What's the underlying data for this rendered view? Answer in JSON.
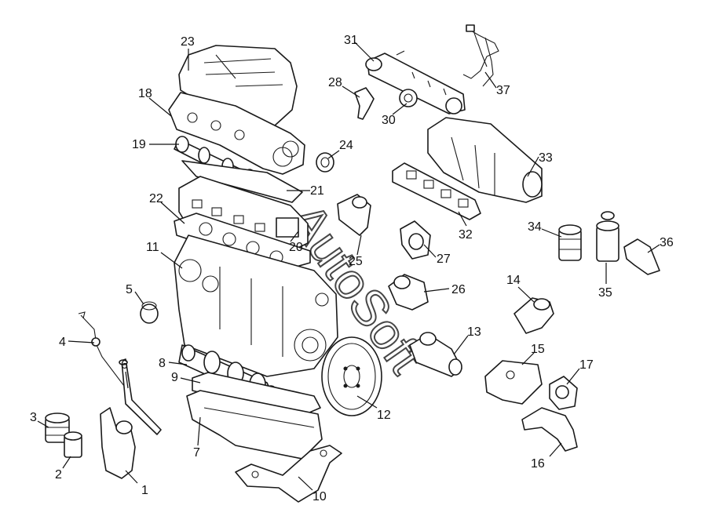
{
  "watermark": "AutoSoft",
  "callouts": [
    {
      "id": "1",
      "label": "1"
    },
    {
      "id": "2",
      "label": "2"
    },
    {
      "id": "3",
      "label": "3"
    },
    {
      "id": "4",
      "label": "4"
    },
    {
      "id": "5",
      "label": "5"
    },
    {
      "id": "6",
      "label": "6"
    },
    {
      "id": "7",
      "label": "7"
    },
    {
      "id": "8",
      "label": "8"
    },
    {
      "id": "9",
      "label": "9"
    },
    {
      "id": "10",
      "label": "10"
    },
    {
      "id": "11",
      "label": "11"
    },
    {
      "id": "12",
      "label": "12"
    },
    {
      "id": "13",
      "label": "13"
    },
    {
      "id": "14",
      "label": "14"
    },
    {
      "id": "15",
      "label": "15"
    },
    {
      "id": "16",
      "label": "16"
    },
    {
      "id": "17",
      "label": "17"
    },
    {
      "id": "18",
      "label": "18"
    },
    {
      "id": "19",
      "label": "19"
    },
    {
      "id": "20",
      "label": "20"
    },
    {
      "id": "21",
      "label": "21"
    },
    {
      "id": "22",
      "label": "22"
    },
    {
      "id": "23",
      "label": "23"
    },
    {
      "id": "24",
      "label": "24"
    },
    {
      "id": "25",
      "label": "25"
    },
    {
      "id": "26",
      "label": "26"
    },
    {
      "id": "27",
      "label": "27"
    },
    {
      "id": "28",
      "label": "28"
    },
    {
      "id": "30",
      "label": "30"
    },
    {
      "id": "31",
      "label": "31"
    },
    {
      "id": "32",
      "label": "32"
    },
    {
      "id": "33",
      "label": "33"
    },
    {
      "id": "34",
      "label": "34"
    },
    {
      "id": "35",
      "label": "35"
    },
    {
      "id": "36",
      "label": "36"
    },
    {
      "id": "37",
      "label": "37"
    }
  ]
}
